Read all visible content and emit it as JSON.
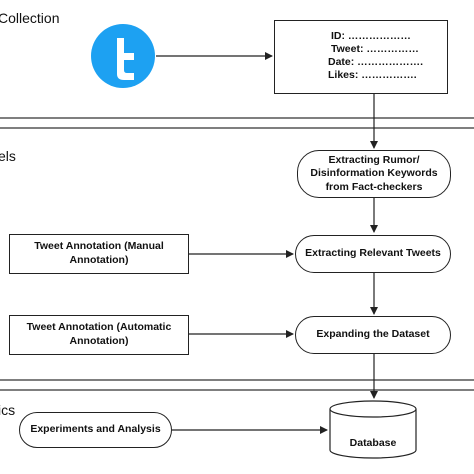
{
  "sections": [
    {
      "label": "Collection"
    },
    {
      "label": "els"
    },
    {
      "label": "ics"
    }
  ],
  "twitter_icon": {
    "icon": "twitter-bird-icon",
    "color": "#1DA1F2"
  },
  "record": {
    "id": "ID: ………………",
    "tweet": "Tweet: ……………",
    "date": "Date: ……………….",
    "likes": "Likes: ……………."
  },
  "nodes": {
    "extract_keywords": "Extracting Rumor/ Disinformation Keywords from Fact-checkers",
    "manual_annotation": "Tweet Annotation (Manual Annotation)",
    "extract_tweets": "Extracting Relevant Tweets",
    "auto_annotation": "Tweet Annotation (Automatic Annotation)",
    "expand_dataset": "Expanding the Dataset",
    "experiments": "Experiments and Analysis",
    "database": "Database"
  }
}
